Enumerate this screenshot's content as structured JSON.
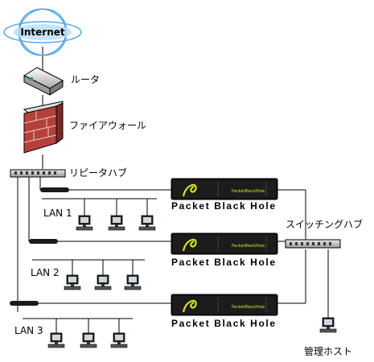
{
  "internet": {
    "label": "Internet"
  },
  "router": {
    "label": "ルータ"
  },
  "firewall": {
    "label": "ファイアウォール"
  },
  "repeater_hub": {
    "label": "リピータハブ"
  },
  "switching_hub": {
    "label": "スイッチングハブ"
  },
  "management_host": {
    "label": "管理ホスト"
  },
  "lans": [
    {
      "label": "LAN 1"
    },
    {
      "label": "LAN 2"
    },
    {
      "label": "LAN 3"
    }
  ],
  "appliances": [
    {
      "label": "Packet Black Hole",
      "badge": "PacketBlackHole"
    },
    {
      "label": "Packet Black Hole",
      "badge": "PacketBlackHole"
    },
    {
      "label": "Packet Black Hole",
      "badge": "PacketBlackHole"
    }
  ],
  "colors": {
    "line": "#000000",
    "appliance": "#111111",
    "logo": "#d6e020",
    "firewall": "#b5413a",
    "globe": "#5aa8e8"
  }
}
